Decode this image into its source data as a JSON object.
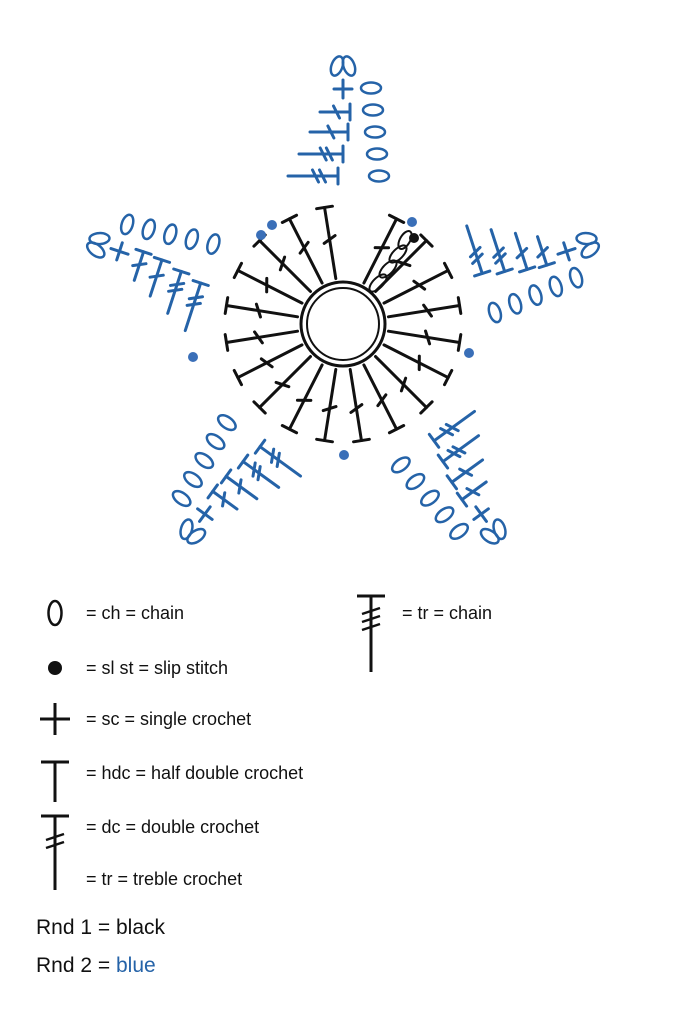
{
  "colors": {
    "round1": "#111111",
    "round2": "#2563a8"
  },
  "legend": {
    "ch": "= ch = chain",
    "slst": "= sl st = slip stitch",
    "sc": "= sc = single crochet",
    "hdc": "= hdc = half double crochet",
    "dc": "= dc = double crochet",
    "tr": "= tr = treble crochet",
    "tr_alt": "= tr = chain"
  },
  "rounds": {
    "rnd1_label": "Rnd 1 =",
    "rnd1_color": "black",
    "rnd2_label": "Rnd 2 =",
    "rnd2_color": "blue"
  }
}
